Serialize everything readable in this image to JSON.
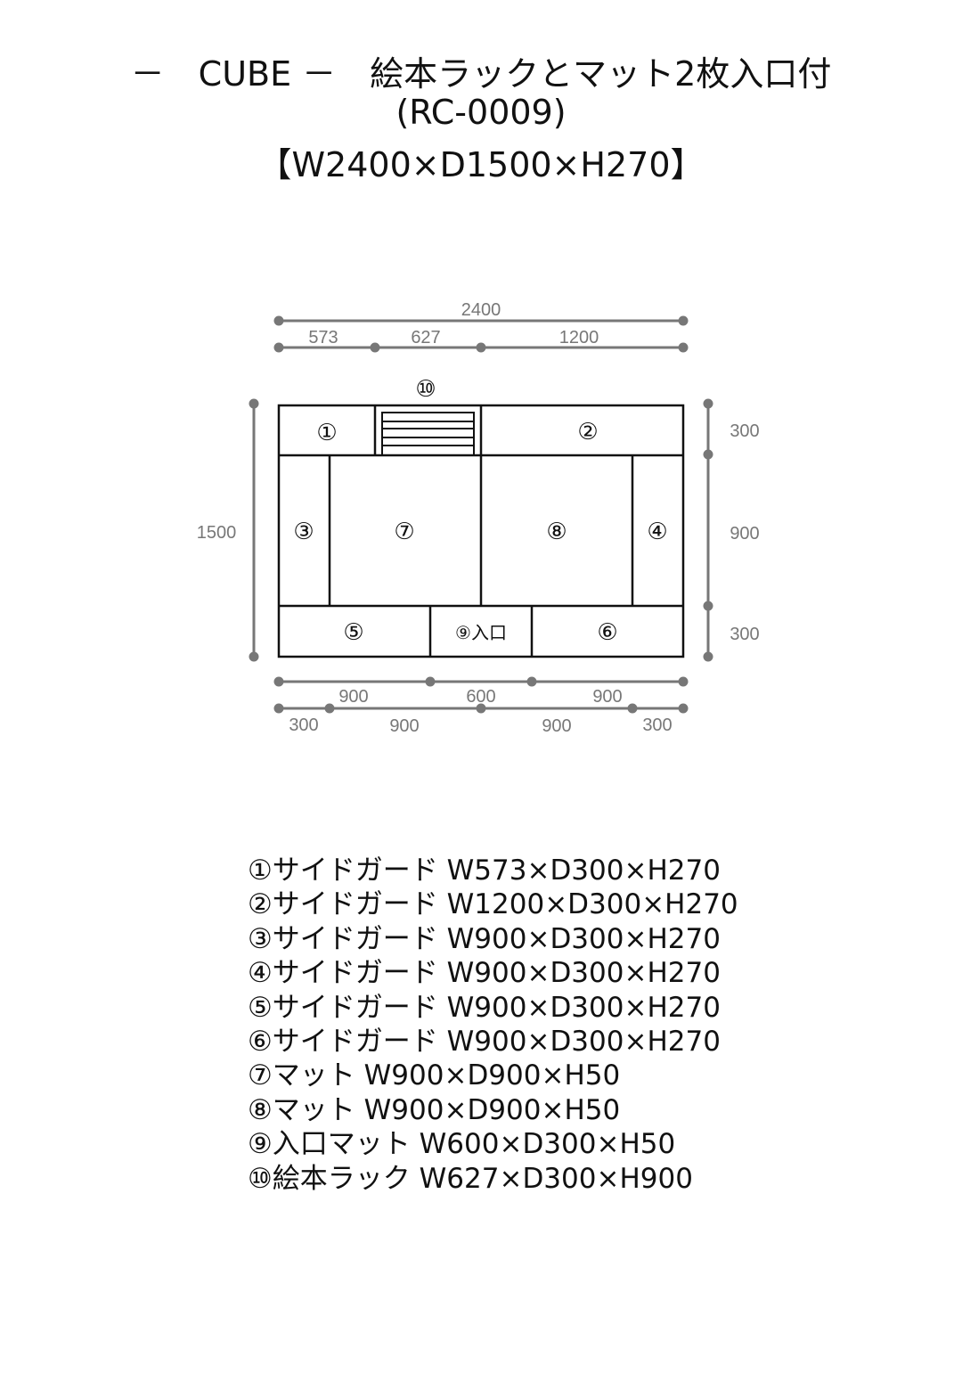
{
  "title": {
    "line1": "－　CUBE －　絵本ラックとマット2枚入口付",
    "line2": "(RC-0009)",
    "line3": "【W2400×D1500×H270】"
  },
  "dimensions": {
    "top_total": "2400",
    "top": [
      "573",
      "627",
      "1200"
    ],
    "left": "1500",
    "right": [
      "300",
      "900",
      "300"
    ],
    "bottom1": [
      "900",
      "600",
      "900"
    ],
    "bottom2": [
      "300",
      "900",
      "900",
      "300"
    ]
  },
  "labels": {
    "p1": "①",
    "p2": "②",
    "p3": "③",
    "p4": "④",
    "p5": "⑤",
    "p6": "⑥",
    "p7": "⑦",
    "p8": "⑧",
    "p9": "⑨入口",
    "p10": "⑩"
  },
  "parts": [
    "①サイドガード W573×D300×H270",
    "②サイドガード W1200×D300×H270",
    "③サイドガード W900×D300×H270",
    "④サイドガード W900×D300×H270",
    "⑤サイドガード W900×D300×H270",
    "⑥サイドガード W900×D300×H270",
    "⑦マット W900×D900×H50",
    "⑧マット W900×D900×H50",
    "⑨入口マット W600×D300×H50",
    "⑩絵本ラック W627×D300×H900"
  ]
}
